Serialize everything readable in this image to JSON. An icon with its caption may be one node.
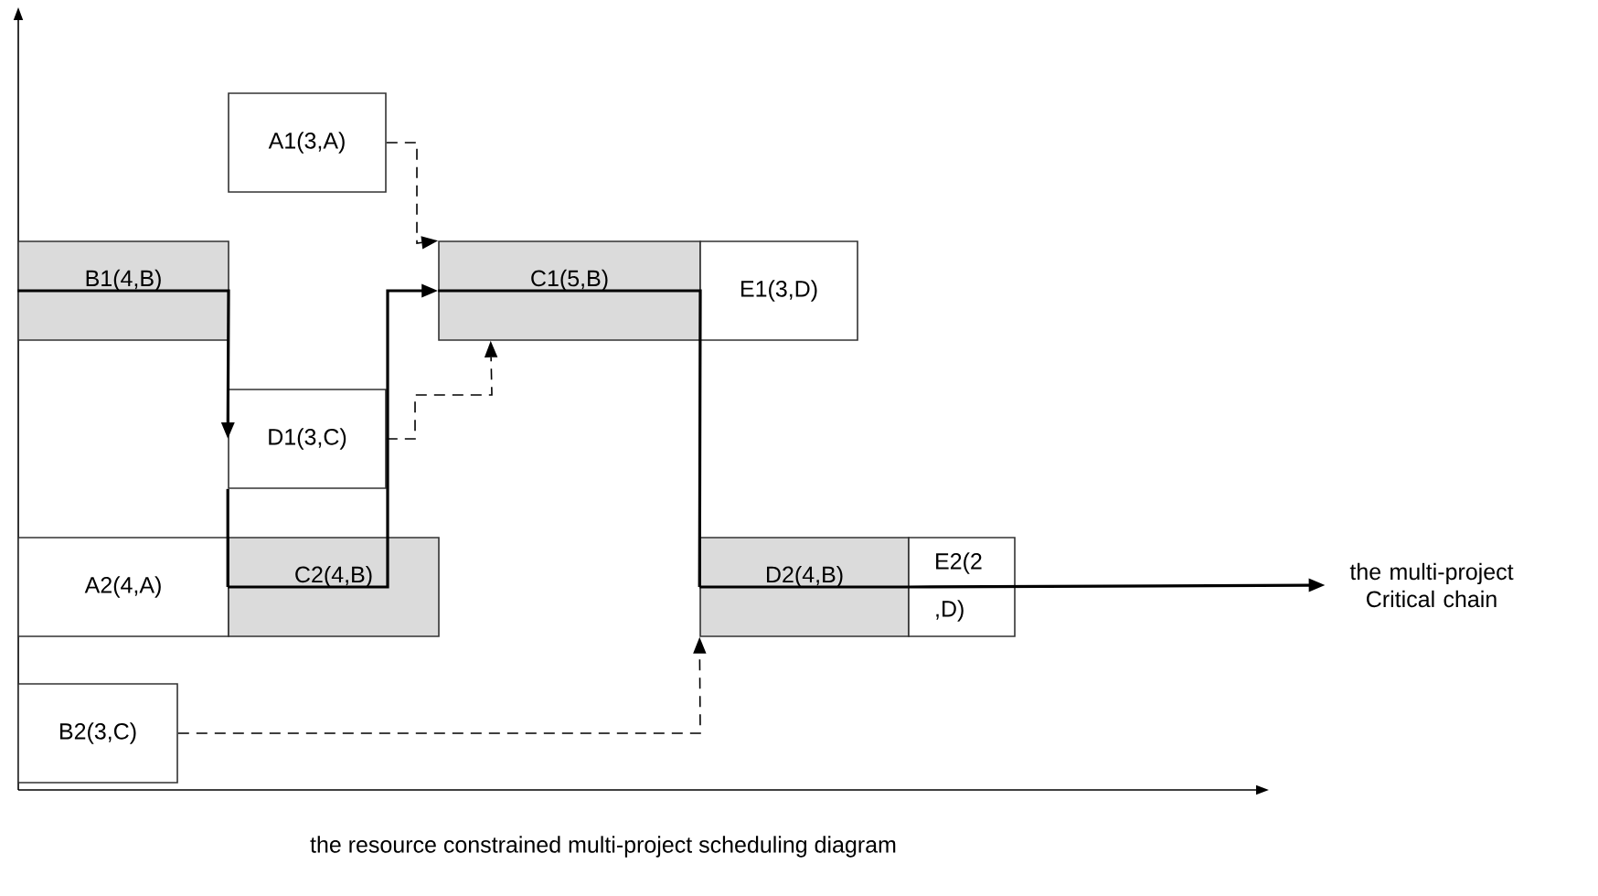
{
  "diagram": {
    "caption": "the resource constrained multi-project scheduling diagram",
    "nodes": [
      {
        "text": [
          "A1(3,A)"
        ]
      },
      {
        "text": [
          "B1(4,B)"
        ]
      },
      {
        "text": [
          "C1(5,B)"
        ]
      },
      {
        "text": [
          "E1(3,D)"
        ]
      },
      {
        "text": [
          "D1(3,C)"
        ]
      },
      {
        "text": [
          "A2(4,A)"
        ]
      },
      {
        "text": [
          "C2(4,B)"
        ]
      },
      {
        "text": [
          "D2(4,B)"
        ]
      },
      {
        "text": [
          "E2(2 ,D)"
        ]
      },
      {
        "text": [
          "B2(3,C)"
        ]
      },
      {
        "text": [
          "the multi-project Critical chain"
        ]
      }
    ],
    "edges": [
      {
        "from": 1,
        "to": 4,
        "arrow": "to"
      },
      {
        "from": 4,
        "to": 6,
        "arrow": "none"
      },
      {
        "from": 6,
        "to": 2,
        "arrow": "to"
      },
      {
        "from": 2,
        "to": 7,
        "arrow": "none"
      },
      {
        "from": 7,
        "to": 8,
        "arrow": "none"
      },
      {
        "from": 8,
        "to": 10,
        "arrow": "to"
      },
      {
        "from": 0,
        "to": 2,
        "arrow": "to",
        "style": "dashed"
      },
      {
        "from": 4,
        "to": 2,
        "arrow": "to",
        "style": "dashed"
      },
      {
        "from": 9,
        "to": 7,
        "arrow": "to",
        "style": "dashed"
      }
    ]
  }
}
